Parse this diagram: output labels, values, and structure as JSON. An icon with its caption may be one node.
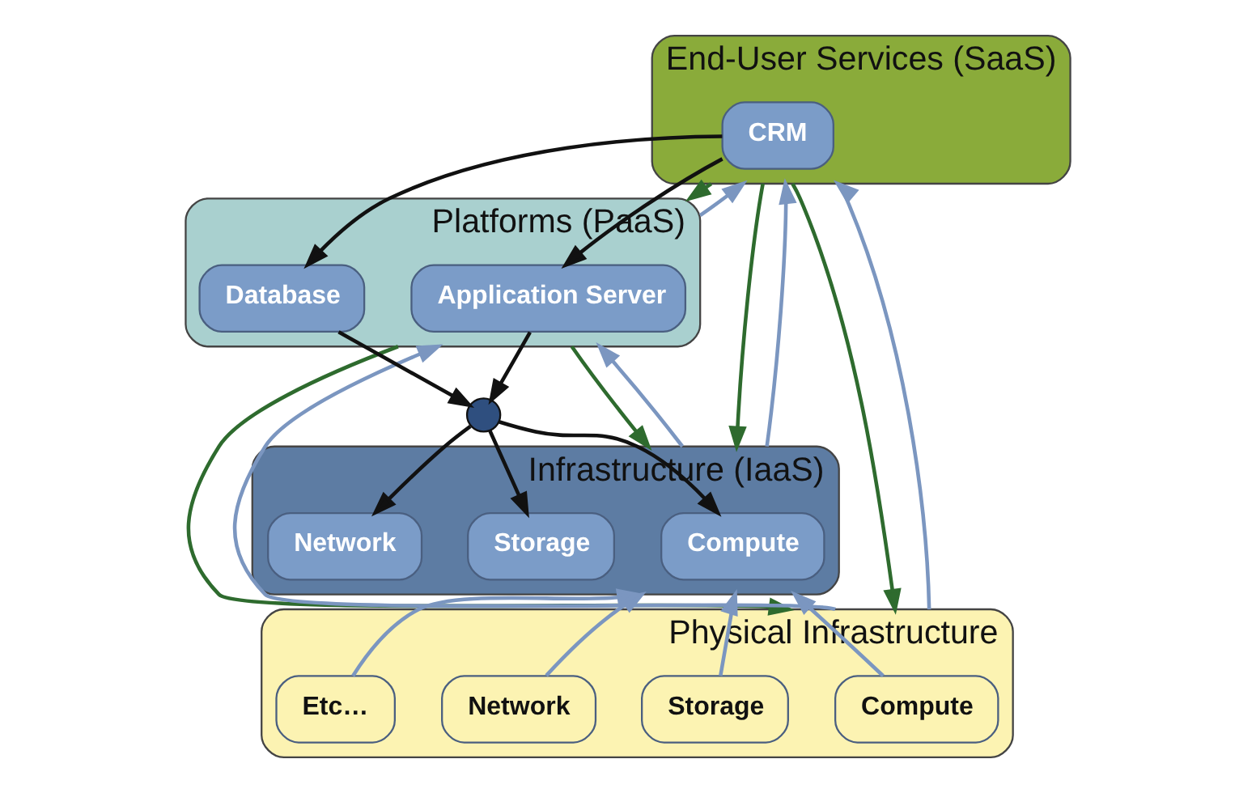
{
  "diagram": {
    "nodes": [
      {
        "text": [
          "End-User Services (SaaS)"
        ]
      },
      {
        "text": [
          "CRM"
        ],
        "in": 0
      },
      {
        "text": [
          "Platforms (PaaS)"
        ]
      },
      {
        "text": [
          "Application Server"
        ],
        "in": 2
      },
      {
        "text": [
          "Database"
        ],
        "in": 2
      },
      {
        "text": [],
        "shape": "circle"
      },
      {
        "text": [
          "Infrastructure (IaaS)"
        ]
      },
      {
        "text": [
          "Compute"
        ],
        "in": 6
      },
      {
        "text": [
          "Storage"
        ],
        "in": 6
      },
      {
        "text": [
          "Network"
        ],
        "in": 6
      },
      {
        "text": [
          "Physical Infrastructure"
        ]
      },
      {
        "text": [
          "Compute"
        ],
        "in": 10
      },
      {
        "text": [
          "Storage"
        ],
        "in": 10
      },
      {
        "text": [
          "Network"
        ],
        "in": 10
      },
      {
        "text": [
          "Etc…"
        ],
        "in": 10
      }
    ],
    "edges": [
      {
        "from": 1,
        "to": 3,
        "arrow": "to",
        "color": "#111111"
      },
      {
        "from": 1,
        "to": 4,
        "arrow": "to",
        "color": "#111111"
      },
      {
        "from": 3,
        "to": 5,
        "arrow": "to",
        "color": "#111111"
      },
      {
        "from": 4,
        "to": 5,
        "arrow": "to",
        "color": "#111111"
      },
      {
        "from": 5,
        "to": 7,
        "arrow": "to",
        "color": "#111111"
      },
      {
        "from": 5,
        "to": 8,
        "arrow": "to",
        "color": "#111111"
      },
      {
        "from": 5,
        "to": 9,
        "arrow": "to",
        "color": "#111111"
      },
      {
        "from": 0,
        "to": 10,
        "arrow": "to",
        "color": "#2e6b2e"
      },
      {
        "from": 10,
        "to": 0,
        "arrow": "to"
      },
      {
        "from": 2,
        "to": 10,
        "arrow": "to",
        "color": "#2e6b2e"
      },
      {
        "from": 10,
        "to": 2,
        "arrow": "to"
      },
      {
        "from": 0,
        "to": 2,
        "arrow": "to",
        "color": "#2e6b2e"
      },
      {
        "from": 2,
        "to": 0,
        "arrow": "to"
      },
      {
        "from": 2,
        "to": 6,
        "arrow": "to",
        "color": "#2e6b2e"
      },
      {
        "from": 6,
        "to": 2,
        "arrow": "to"
      },
      {
        "from": 0,
        "to": 6,
        "arrow": "to",
        "color": "#2e6b2e"
      },
      {
        "from": 6,
        "to": 0,
        "arrow": "to"
      },
      {
        "from": 11,
        "to": 6,
        "arrow": "to"
      },
      {
        "from": 12,
        "to": 6,
        "arrow": "to"
      },
      {
        "from": 13,
        "to": 6,
        "arrow": "to"
      },
      {
        "from": 14,
        "to": 6,
        "arrow": "to"
      }
    ]
  }
}
